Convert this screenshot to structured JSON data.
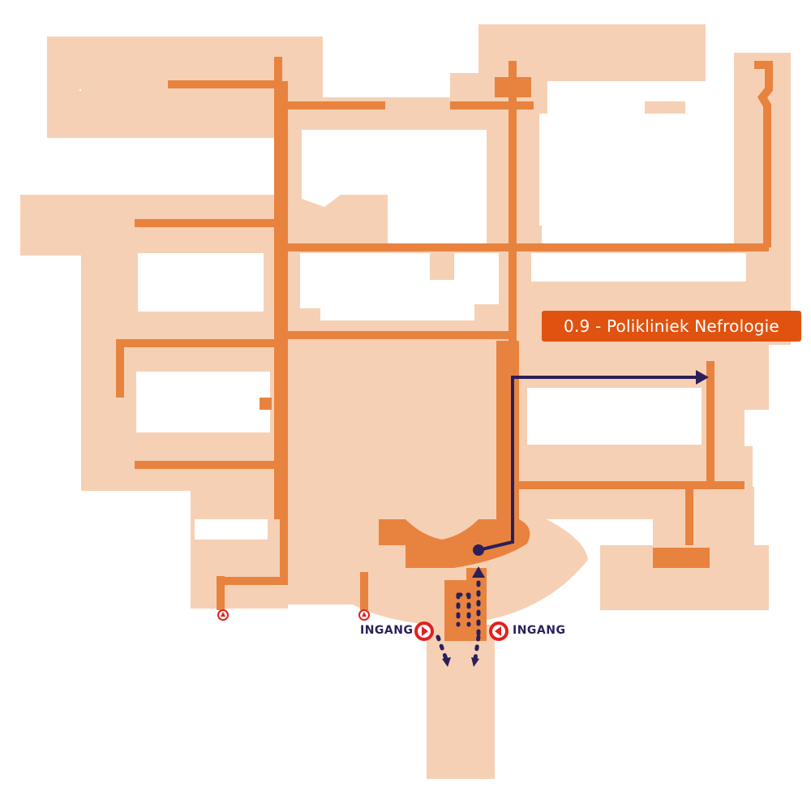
{
  "map": {
    "destination": {
      "label": "0.9 - Polikliniek Nefrologie"
    },
    "entrances": [
      {
        "label": "INGANG"
      },
      {
        "label": "INGANG"
      }
    ],
    "colors": {
      "building": "#f6d0b4",
      "corridor": "#e8833f",
      "route": "#2a1f5a",
      "destination_badge": "#e0520f",
      "entrance_marker": "#e0211f"
    }
  }
}
